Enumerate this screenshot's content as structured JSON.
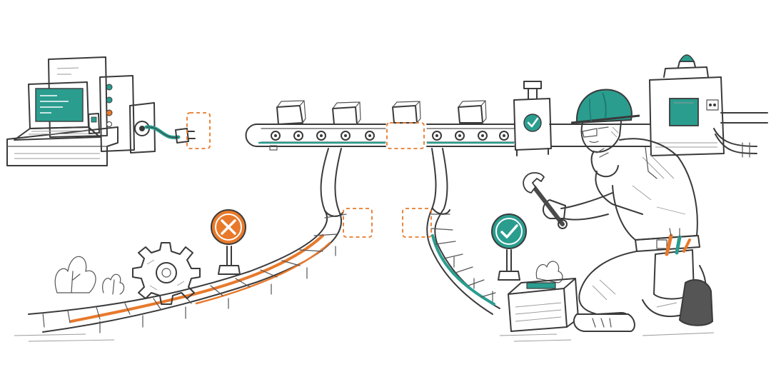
{
  "colors": {
    "teal": "#2a9d8f",
    "teal_dark": "#1f7a70",
    "orange": "#e8792b",
    "ink": "#3a3a3a",
    "paper": "#ffffff"
  },
  "icons": {
    "fail": "x-mark-icon",
    "pass": "check-mark-icon",
    "wrench": "wrench-icon",
    "plug": "power-plug-icon",
    "gear": "gear-icon"
  },
  "status": {
    "left_track": "broken",
    "right_track": "connected",
    "conveyor_check": "passed"
  }
}
